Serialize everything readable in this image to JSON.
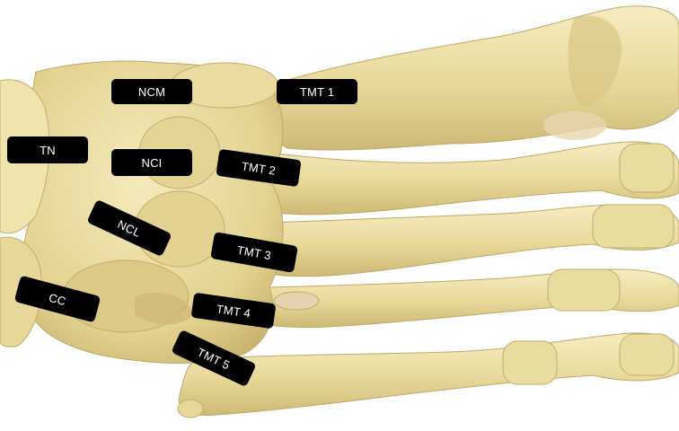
{
  "colors": {
    "bone": "#ecdfa4",
    "bone_shadow": "#d2c07c",
    "bone_deep": "#b9a466",
    "cartilage": "#e6d2ae",
    "label_bg": "#000000",
    "label_text": "#ffffff"
  },
  "labels": {
    "ncm": "NCM",
    "tmt1": "TMT 1",
    "tn": "TN",
    "nci": "NCI",
    "tmt2": "TMT 2",
    "ncl": "NCL",
    "tmt3": "TMT 3",
    "cc": "CC",
    "tmt4": "TMT 4",
    "tmt5": "TMT 5"
  }
}
